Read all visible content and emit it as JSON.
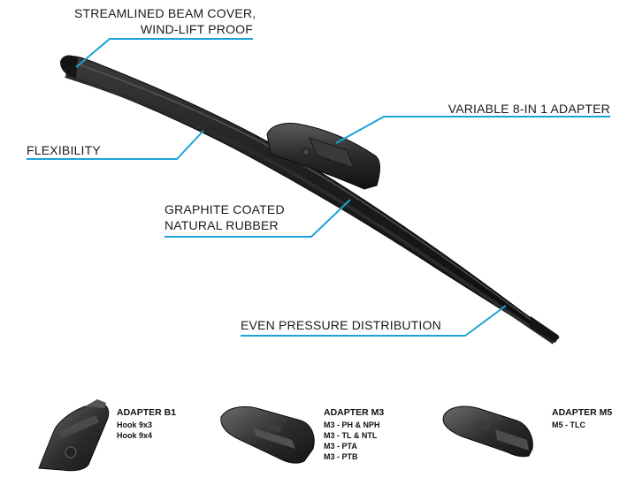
{
  "callouts": {
    "beam_cover": {
      "line1": "STREAMLINED BEAM COVER,",
      "line2": "WIND-LIFT PROOF"
    },
    "adapter": "VARIABLE 8-IN 1 ADAPTER",
    "flexibility": "FLEXIBILITY",
    "rubber": {
      "line1": "GRAPHITE COATED",
      "line2": "NATURAL RUBBER"
    },
    "pressure": "EVEN PRESSURE DISTRIBUTION"
  },
  "adapters": [
    {
      "title": "ADAPTER B1",
      "codes": [
        "Hook 9x3",
        "Hook 9x4"
      ]
    },
    {
      "title": "ADAPTER M3",
      "codes": [
        "M3 - PH & NPH",
        "M3 - TL & NTL",
        "M3 - PTA",
        "M3 - PTB"
      ]
    },
    {
      "title": "ADAPTER M5",
      "codes": [
        "M5 - TLC"
      ]
    }
  ],
  "colors": {
    "leader_line": "#1aa3d9",
    "blade": "#1b1b1b",
    "label_text": "#1a1a1a"
  }
}
